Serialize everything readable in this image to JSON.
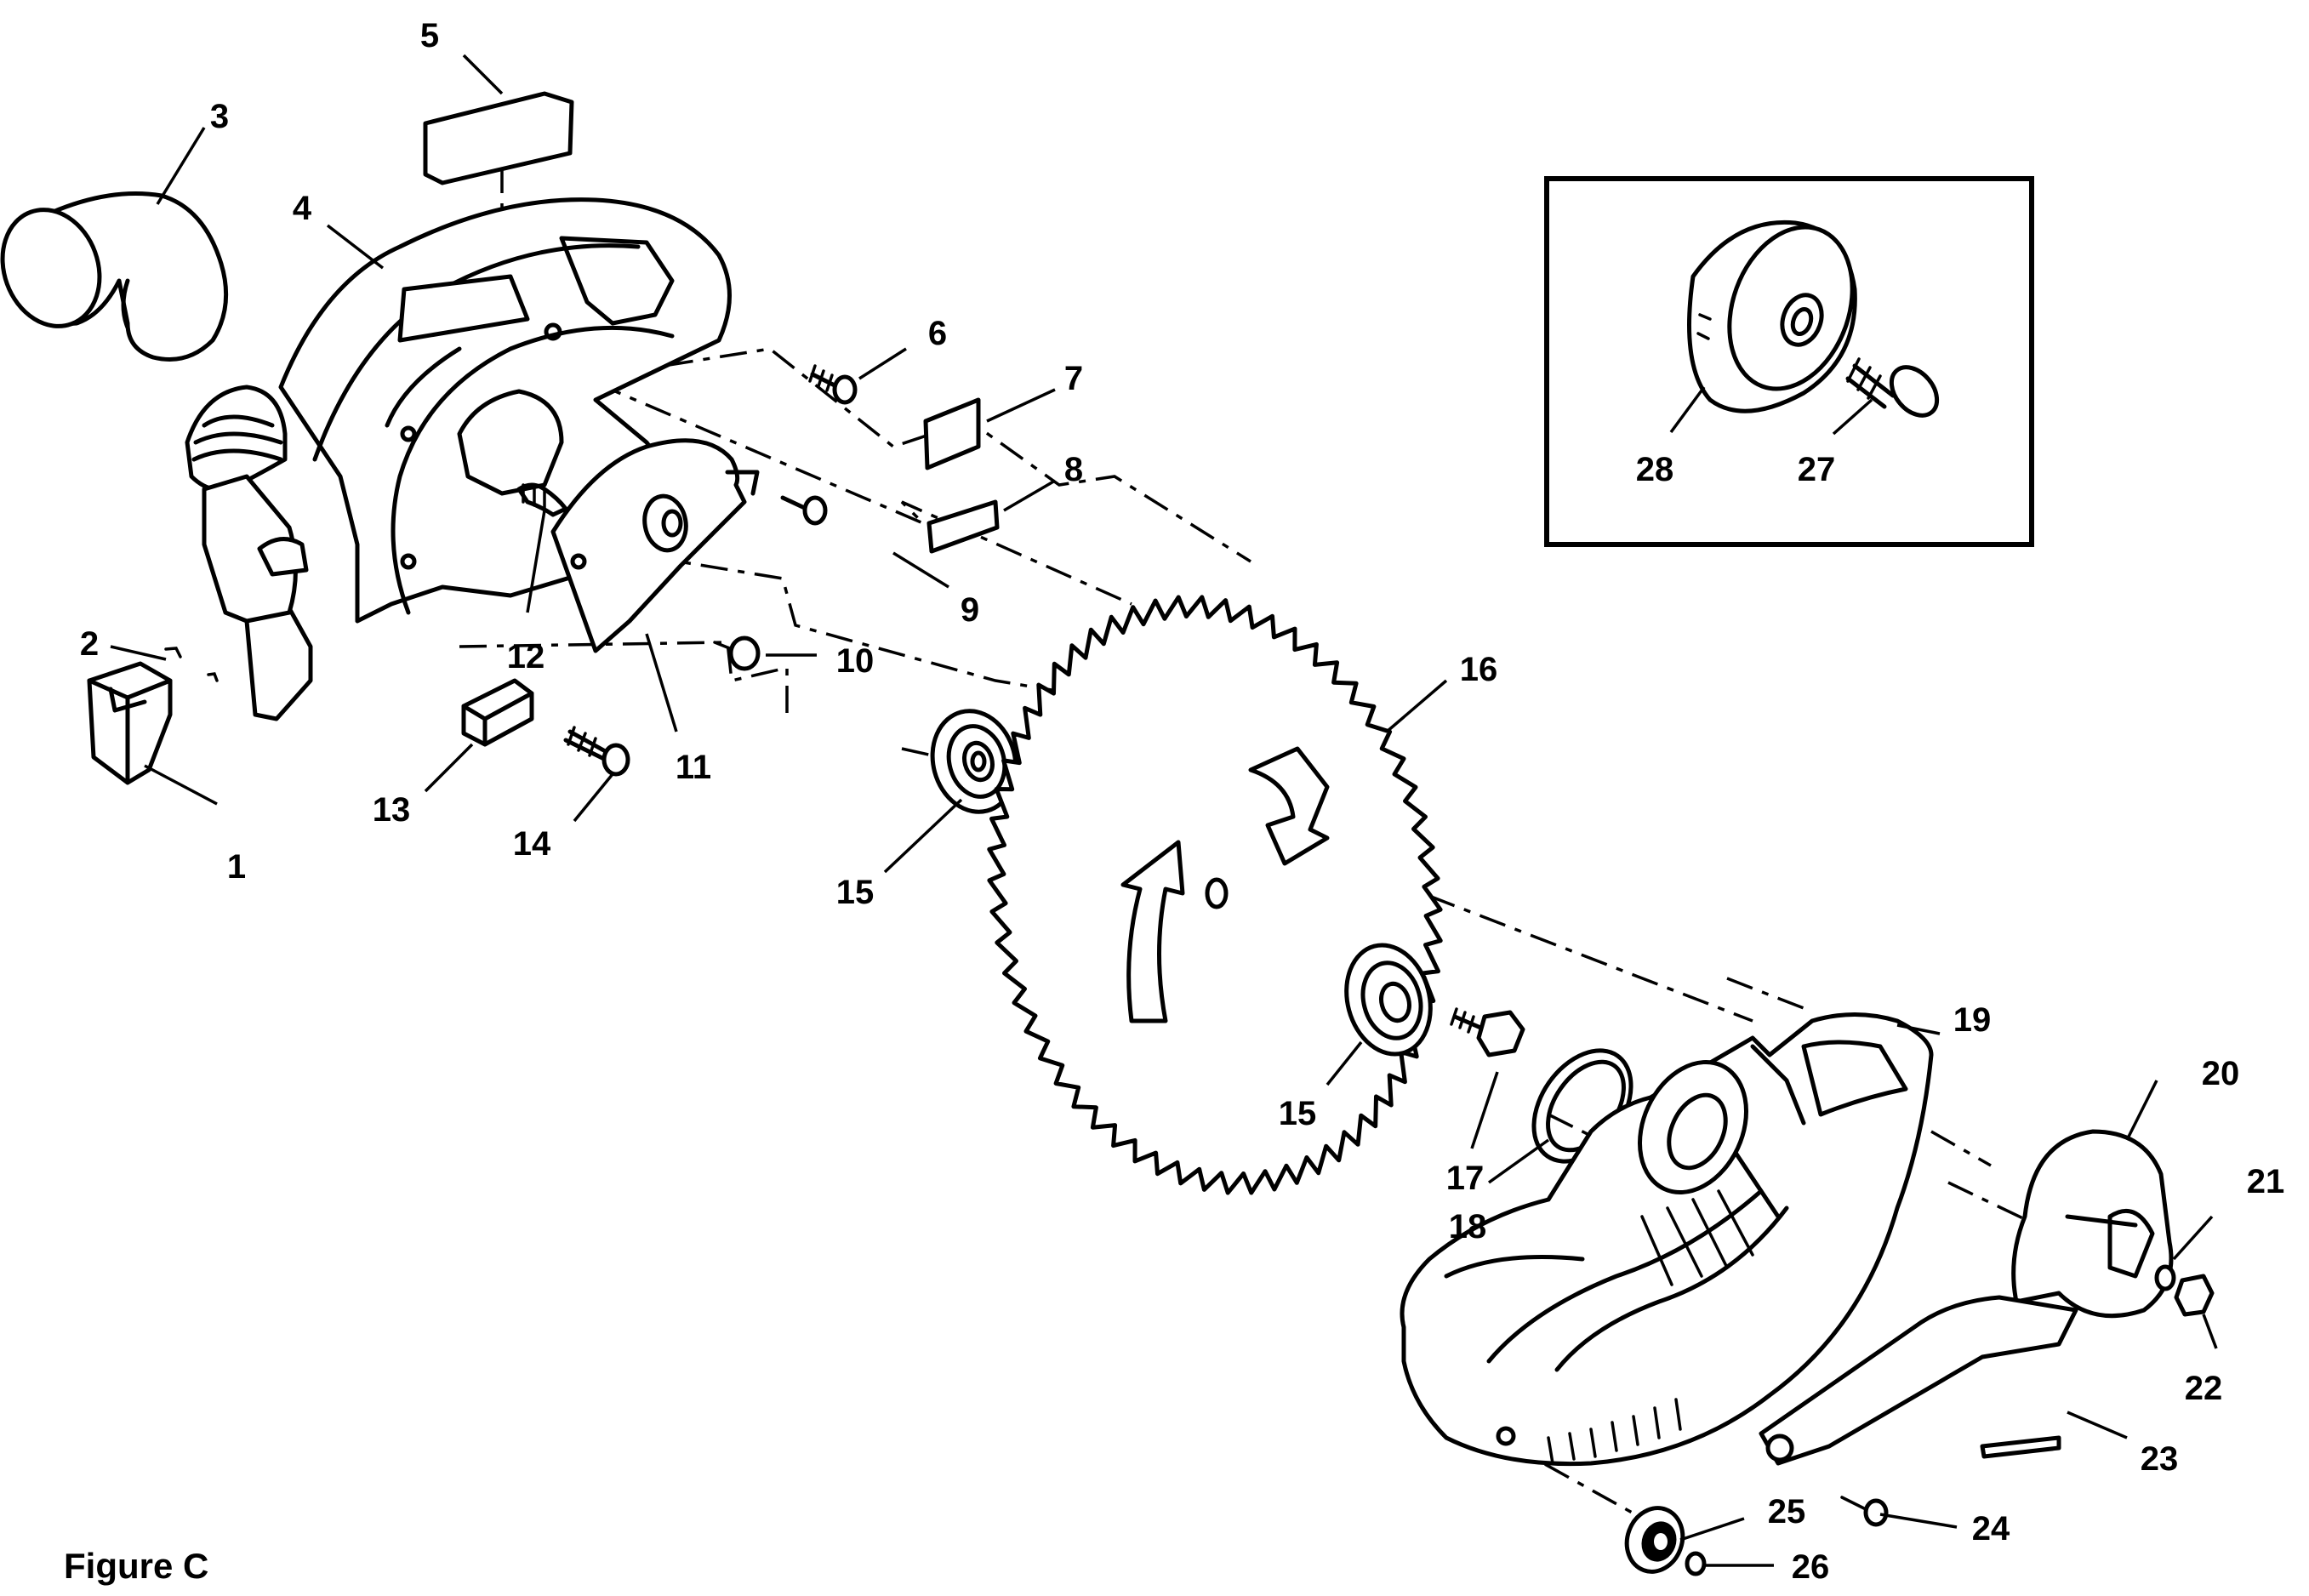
{
  "figure": {
    "caption": "Figure C"
  },
  "callouts": [
    {
      "id": "1",
      "text": "1"
    },
    {
      "id": "2",
      "text": "2"
    },
    {
      "id": "3",
      "text": "3"
    },
    {
      "id": "4",
      "text": "4"
    },
    {
      "id": "5",
      "text": "5"
    },
    {
      "id": "6",
      "text": "6"
    },
    {
      "id": "7",
      "text": "7"
    },
    {
      "id": "8",
      "text": "8"
    },
    {
      "id": "9",
      "text": "9"
    },
    {
      "id": "10",
      "text": "10"
    },
    {
      "id": "11",
      "text": "11"
    },
    {
      "id": "12",
      "text": "12"
    },
    {
      "id": "13",
      "text": "13"
    },
    {
      "id": "14",
      "text": "14"
    },
    {
      "id": "15a",
      "text": "15"
    },
    {
      "id": "15b",
      "text": "15"
    },
    {
      "id": "16",
      "text": "16"
    },
    {
      "id": "17",
      "text": "17"
    },
    {
      "id": "18",
      "text": "18"
    },
    {
      "id": "19",
      "text": "19"
    },
    {
      "id": "20",
      "text": "20"
    },
    {
      "id": "21",
      "text": "21"
    },
    {
      "id": "22",
      "text": "22"
    },
    {
      "id": "23",
      "text": "23"
    },
    {
      "id": "24",
      "text": "24"
    },
    {
      "id": "25",
      "text": "25"
    },
    {
      "id": "26",
      "text": "26"
    },
    {
      "id": "27",
      "text": "27"
    },
    {
      "id": "28",
      "text": "28"
    }
  ]
}
